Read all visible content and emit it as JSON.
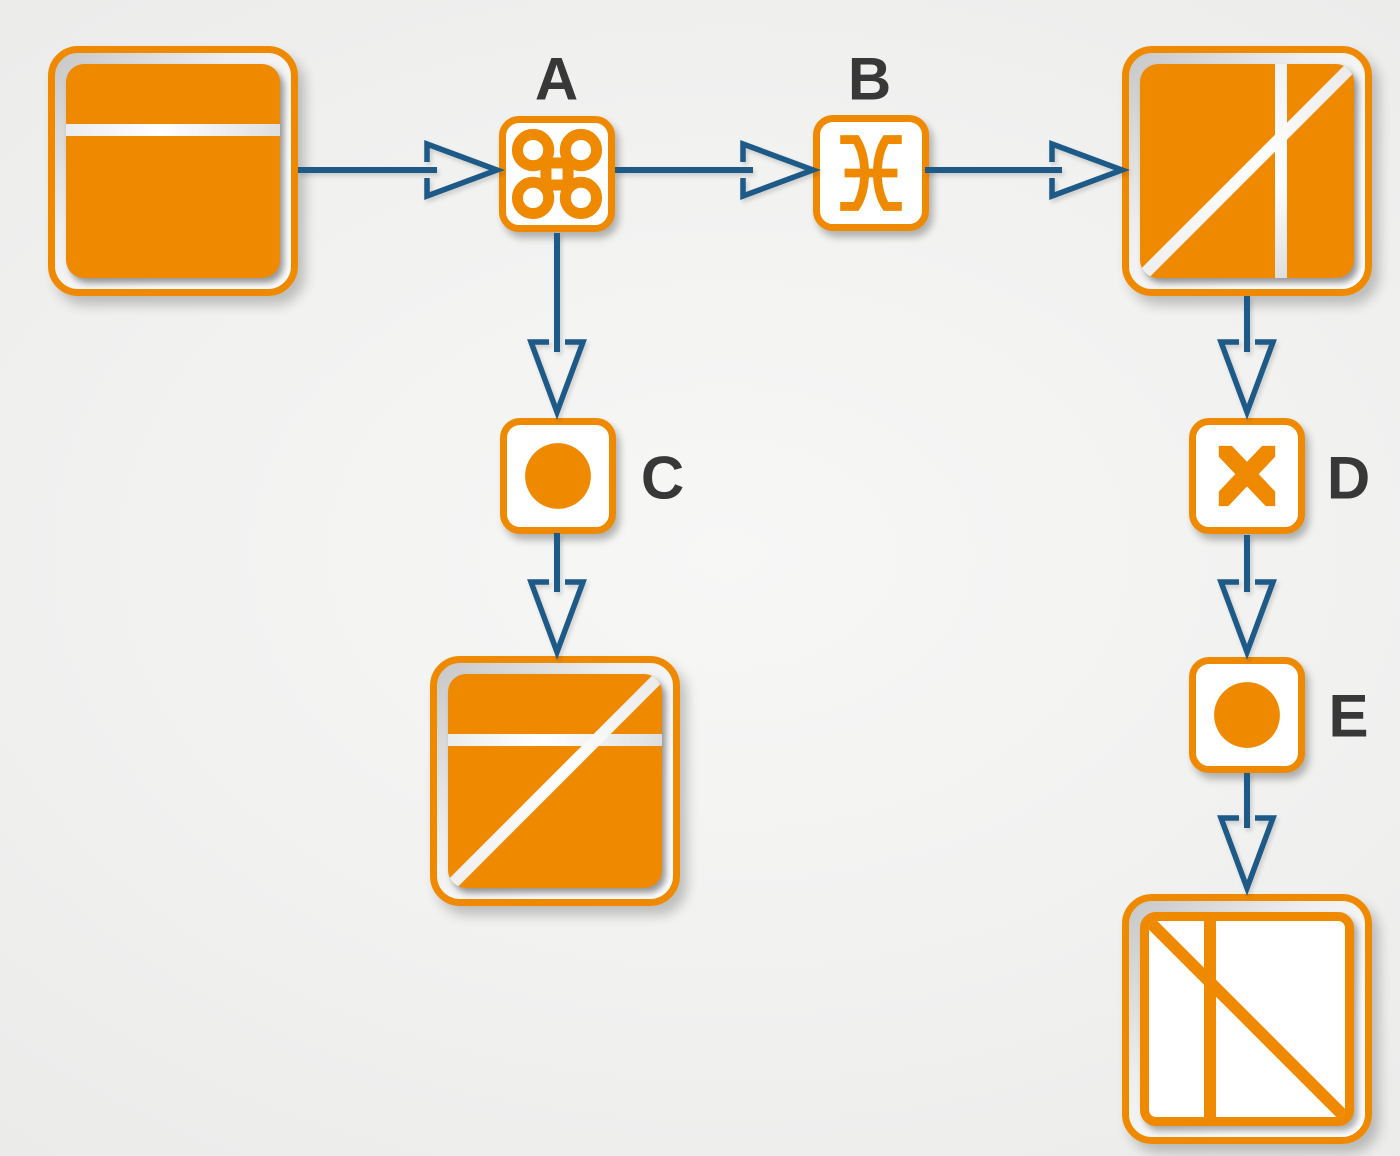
{
  "diagram": {
    "type": "flow-diagram",
    "labels": {
      "a": "A",
      "b": "B",
      "c": "C",
      "d": "D",
      "e": "E"
    },
    "colors": {
      "orange": "#EF8A00",
      "arrow_blue": "#1D5A88",
      "label_text": "#383838",
      "stripe_white": "#FFFFFF",
      "background": "#EAEAE9"
    },
    "nodes": [
      {
        "id": "state-top-left",
        "type": "state-square",
        "pattern": "orange-square-horizontal-white-stripe"
      },
      {
        "id": "op-a",
        "type": "operator-box",
        "label": "A",
        "icon": "command-icon"
      },
      {
        "id": "op-b",
        "type": "operator-box",
        "label": "B",
        "icon": "pisces-icon"
      },
      {
        "id": "state-top-right",
        "type": "state-square",
        "pattern": "orange-square-diagonal-and-vertical-white-stripes"
      },
      {
        "id": "op-c",
        "type": "operator-box",
        "label": "C",
        "icon": "filled-circle-icon"
      },
      {
        "id": "state-bottom-middle",
        "type": "state-square",
        "pattern": "orange-square-horizontal-and-diagonal-white-stripes"
      },
      {
        "id": "op-d",
        "type": "operator-box",
        "label": "D",
        "icon": "cross-icon"
      },
      {
        "id": "op-e",
        "type": "operator-box",
        "label": "E",
        "icon": "filled-circle-icon"
      },
      {
        "id": "state-bottom-right",
        "type": "state-square",
        "pattern": "white-square-vertical-and-diagonal-orange-lines"
      }
    ],
    "edges": [
      {
        "from": "state-top-left",
        "to": "op-a"
      },
      {
        "from": "op-a",
        "to": "op-b"
      },
      {
        "from": "op-b",
        "to": "state-top-right"
      },
      {
        "from": "op-a",
        "to": "op-c"
      },
      {
        "from": "op-c",
        "to": "state-bottom-middle"
      },
      {
        "from": "state-top-right",
        "to": "op-d"
      },
      {
        "from": "op-d",
        "to": "op-e"
      },
      {
        "from": "op-e",
        "to": "state-bottom-right"
      }
    ]
  }
}
